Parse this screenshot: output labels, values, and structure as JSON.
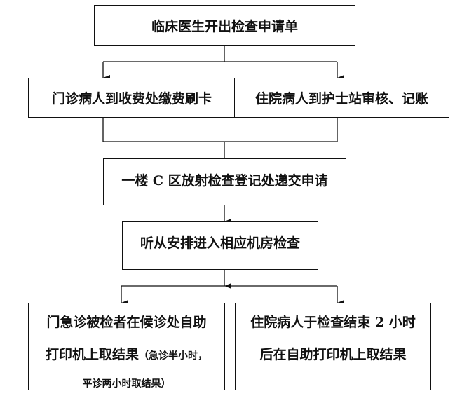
{
  "nodes": {
    "start": "临床医生开出检查申请单",
    "outpatient_pay": "门诊病人到收费处缴费刷卡",
    "inpatient_nurse": "住院病人到护士站审核、记账",
    "submit": "一楼 C 区放射检查登记处递交申请",
    "exam": "听从安排进入相应机房检查",
    "outpatient_result": {
      "line1": "门急诊被检者在候诊处自助",
      "line2": "打印机上取结果",
      "note1": "（急诊半小时，",
      "note2": "平诊两小时取结果）"
    },
    "inpatient_result": {
      "line1": "住院病人于检查结束 2 小时",
      "line2": "后在自助打印机上取结果"
    }
  }
}
